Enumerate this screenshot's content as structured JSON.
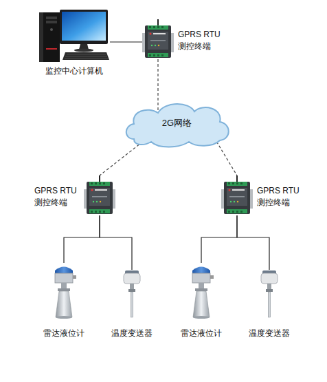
{
  "diagram": {
    "nodes": [
      {
        "text": [
          "监控中心计算机"
        ]
      },
      {
        "text": [
          "GPRS RTU 测控终端"
        ]
      },
      {
        "text": [
          "2G网络"
        ]
      },
      {
        "text": [
          "GPRS RTU 测控终端"
        ]
      },
      {
        "text": [
          "GPRS RTU 测控终端"
        ]
      },
      {
        "text": [
          "雷达液位计"
        ]
      },
      {
        "text": [
          "温度变送器"
        ]
      },
      {
        "text": [
          "雷达液位计"
        ]
      },
      {
        "text": [
          "温度变送器"
        ]
      }
    ],
    "edges": [
      {
        "from": 0,
        "to": 1,
        "arrow": "none"
      },
      {
        "from": 1,
        "to": 2,
        "arrow": "none"
      },
      {
        "from": 2,
        "to": 3,
        "arrow": "none"
      },
      {
        "from": 2,
        "to": 4,
        "arrow": "none"
      },
      {
        "from": 3,
        "to": 5,
        "arrow": "none"
      },
      {
        "from": 3,
        "to": 6,
        "arrow": "none"
      },
      {
        "from": 4,
        "to": 7,
        "arrow": "none"
      },
      {
        "from": 4,
        "to": 8,
        "arrow": "none"
      }
    ]
  }
}
